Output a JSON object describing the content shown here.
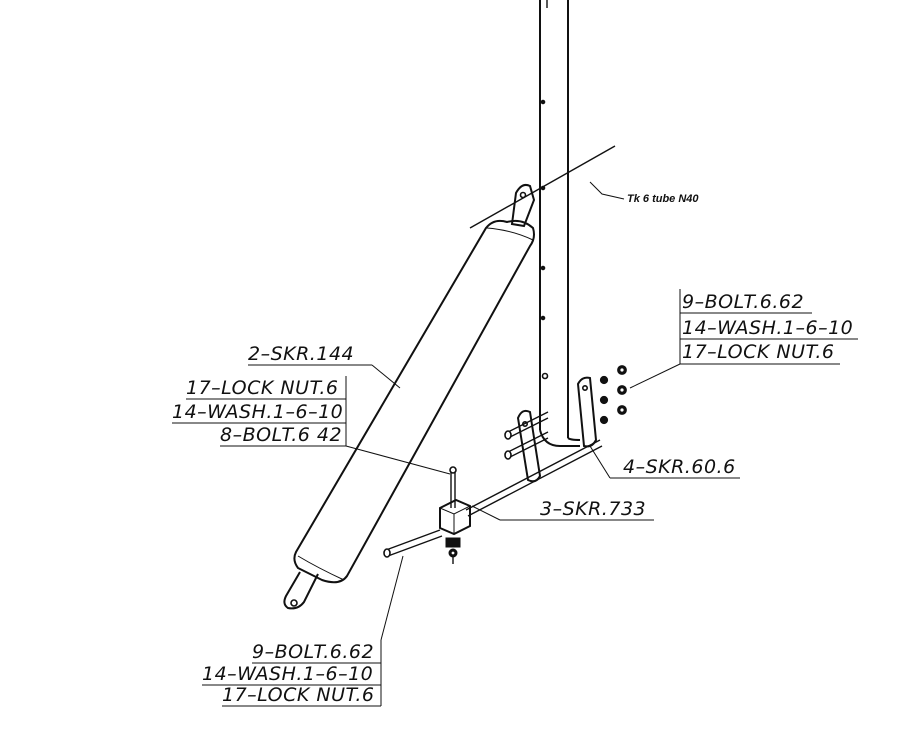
{
  "annotation": {
    "tube_note": "Tk 6  tube N40"
  },
  "callouts": {
    "top_right": [
      "9–BOLT.6.62",
      "14–WASH.1–6–10",
      "17–LOCK  NUT.6"
    ],
    "strut": "2–SKR.144",
    "left_group": [
      "17–LOCK  NUT.6",
      "14–WASH.1–6–10",
      "8–BOLT.6 42"
    ],
    "bracket": "4–SKR.60.6",
    "clamp": "3–SKR.733",
    "bottom_group": [
      "9–BOLT.6.62",
      "14–WASH.1–6–10",
      "17–LOCK  NUT.6"
    ]
  }
}
